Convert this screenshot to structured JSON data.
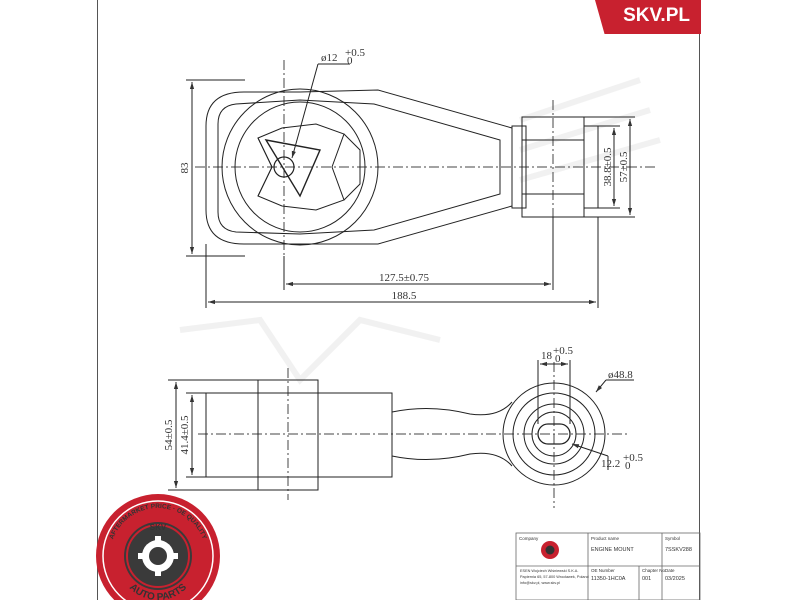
{
  "brand": {
    "label": "SKV.PL",
    "color": "#c8212f"
  },
  "top_view": {
    "hole_diameter": "ø12",
    "hole_tol_upper": "+0.5",
    "hole_tol_lower": "0",
    "height": "83",
    "bush_length": "38.8±0.5",
    "bush_outer": "57±0.5",
    "center_distance": "127.5±0.75",
    "overall_length": "188.5"
  },
  "side_view": {
    "height_outer": "54±0.5",
    "height_inner": "41.4±0.5",
    "slot_width": "18",
    "slot_tol_upper": "+0.5",
    "slot_tol_lower": "0",
    "eye_diameter": "ø48.8",
    "bore": "12.2",
    "bore_tol_upper": "+0.5",
    "bore_tol_lower": "0"
  },
  "seal": {
    "top_text": "AFTERMARKET PRICE · OE QUALITY",
    "center_text": "SKV",
    "bottom_text": "AUTO PARTS"
  },
  "title_block": {
    "header_company": "Company",
    "header_product": "Product name",
    "header_symbol": "Symbol",
    "product_name": "ENGINE MOUNT",
    "symbol": "7SSKV288",
    "company_line1": "ESEN Wojciech Wiśniewski S.K.A.",
    "company_line2": "Papiernia 65, 57-800 Wrocławek, Poland",
    "company_line3": "info@skv.pl, www.skv.pl",
    "header_oe": "OE Number",
    "header_chapter": "Chapter No.",
    "header_date": "Date",
    "oe_number": "11350-1HC0A",
    "chapter": "001",
    "date": "03/2025"
  }
}
